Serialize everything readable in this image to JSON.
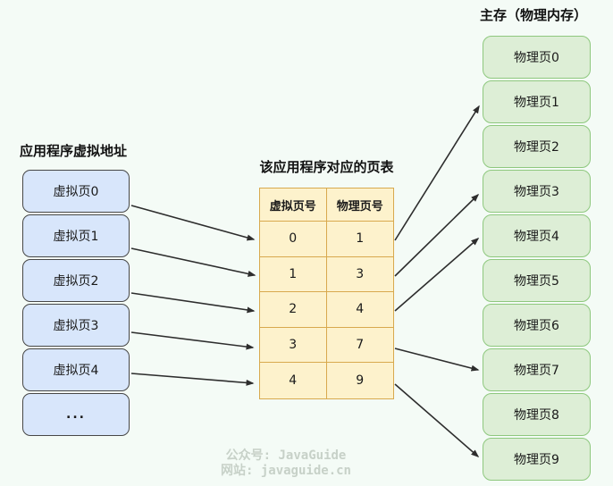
{
  "left": {
    "title": "应用程序虚拟地址",
    "items": [
      "虚拟页0",
      "虚拟页1",
      "虚拟页2",
      "虚拟页3",
      "虚拟页4",
      "..."
    ]
  },
  "page_table": {
    "title": "该应用程序对应的页表",
    "headers": [
      "虚拟页号",
      "物理页号"
    ],
    "rows": [
      [
        "0",
        "1"
      ],
      [
        "1",
        "3"
      ],
      [
        "2",
        "4"
      ],
      [
        "3",
        "7"
      ],
      [
        "4",
        "9"
      ]
    ]
  },
  "memory": {
    "title": "主存（物理内存）",
    "items": [
      "物理页0",
      "物理页1",
      "物理页2",
      "物理页3",
      "物理页4",
      "物理页5",
      "物理页6",
      "物理页7",
      "物理页8",
      "物理页9"
    ]
  },
  "watermark": {
    "line1": "公众号: JavaGuide",
    "line2": "网站: javaguide.cn"
  },
  "colors": {
    "background": "#f4fbf6",
    "virtual_box_fill": "#d8e6fb",
    "virtual_box_border": "#474747",
    "table_fill": "#fdf2cc",
    "table_border": "#d8a94e",
    "memory_box_fill": "#ddeed6",
    "memory_box_border": "#8ec87e",
    "arrow": "#2d2d2d",
    "watermark_text": "#c7d1c8"
  }
}
